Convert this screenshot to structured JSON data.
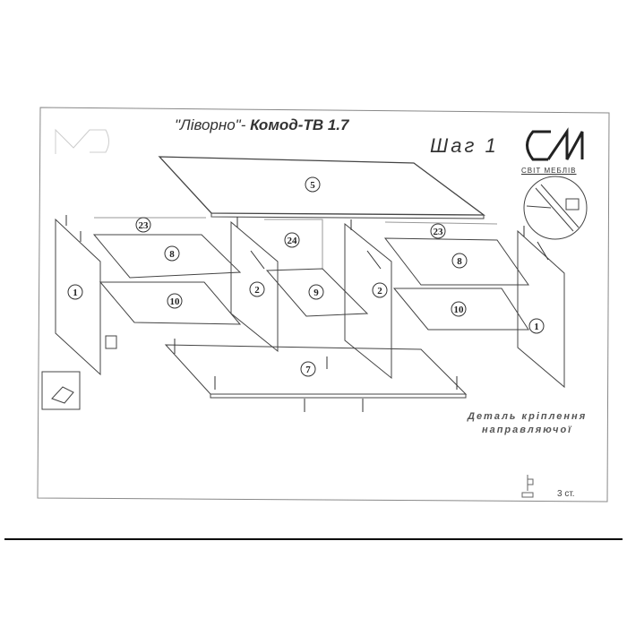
{
  "header": {
    "title_name": "\"Ліворно\"-",
    "title_model": "Комод-ТВ 1.7",
    "step": "Шаг 1",
    "brand": "СВІТ МЕБЛІВ",
    "logo_icon": "svit-mebliv-logo"
  },
  "parts": {
    "top": "5",
    "shelf_group_left": "23",
    "shelf_group_right": "23",
    "shelf_upper_left": "8",
    "shelf_upper_right": "8",
    "shelf_lower_left": "10",
    "shelf_lower_right": "10",
    "side_left": "1",
    "side_right": "1",
    "divider_left": "2",
    "divider_right": "2",
    "middle_group": "24",
    "middle_shelf": "9",
    "bottom": "7"
  },
  "detail_caption": {
    "line1": "Деталь кріплення",
    "line2": "направляючої"
  },
  "page_number": "3 ст."
}
